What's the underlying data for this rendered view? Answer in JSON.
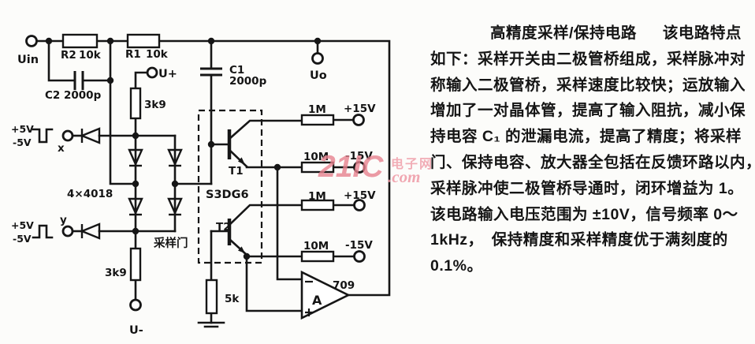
{
  "schematic": {
    "terminals": {
      "uin": "Uin",
      "uo": "Uo",
      "u_plus": "U+",
      "u_minus": "U-",
      "x": "x",
      "y": "y"
    },
    "components": {
      "r2": "R2",
      "r2_value": "10k",
      "r1": "R1",
      "r1_value": "10k",
      "c2": "C2 2000p",
      "c1": "C1",
      "c1_value": "2000p",
      "r_bias_top": "3k9",
      "r_bias_bottom": "3k9",
      "diode_bridge": "4×4018",
      "sample_gate": "采样门",
      "transistor_pair": "S3DG6",
      "t1": "T1",
      "t2": "T2",
      "r_base": "5k",
      "opamp": "A",
      "opamp_type": "709",
      "r_row1": "1M",
      "r_row2": "10M",
      "r_row3": "1M",
      "r_row4": "10M"
    },
    "supplies": {
      "pulse_high": "+5V",
      "pulse_low": "-5V",
      "rail_pos": "+15V",
      "rail_neg": "-15V"
    },
    "opamp_inputs": {
      "inverting": "−",
      "noninverting": "+"
    }
  },
  "watermark": {
    "brand": "21IC",
    "suffix": ".com",
    "site_name": "电子网"
  },
  "article": {
    "title": "高精度采样/保持电路",
    "title_suffix": "该电路特点",
    "lines": [
      "如下：采样开关由二极管桥组成，采样脉冲对",
      "称输入二极管桥，采样速度比较快；运放输入",
      "增加了一对晶体管，提高了输入阻抗，减小保",
      "持电容 C₁ 的泄漏电流，提高了精度；将采样",
      "门、保持电容、放大器全包括在反馈环路以内，",
      "采样脉冲使二极管桥导通时，闭环增益为 1。",
      "该电路输入电压范围为 ±10V，信号频率 0～",
      "1kHz，　保持精度和采样精度优于满刻度的",
      "0.1%。"
    ]
  }
}
